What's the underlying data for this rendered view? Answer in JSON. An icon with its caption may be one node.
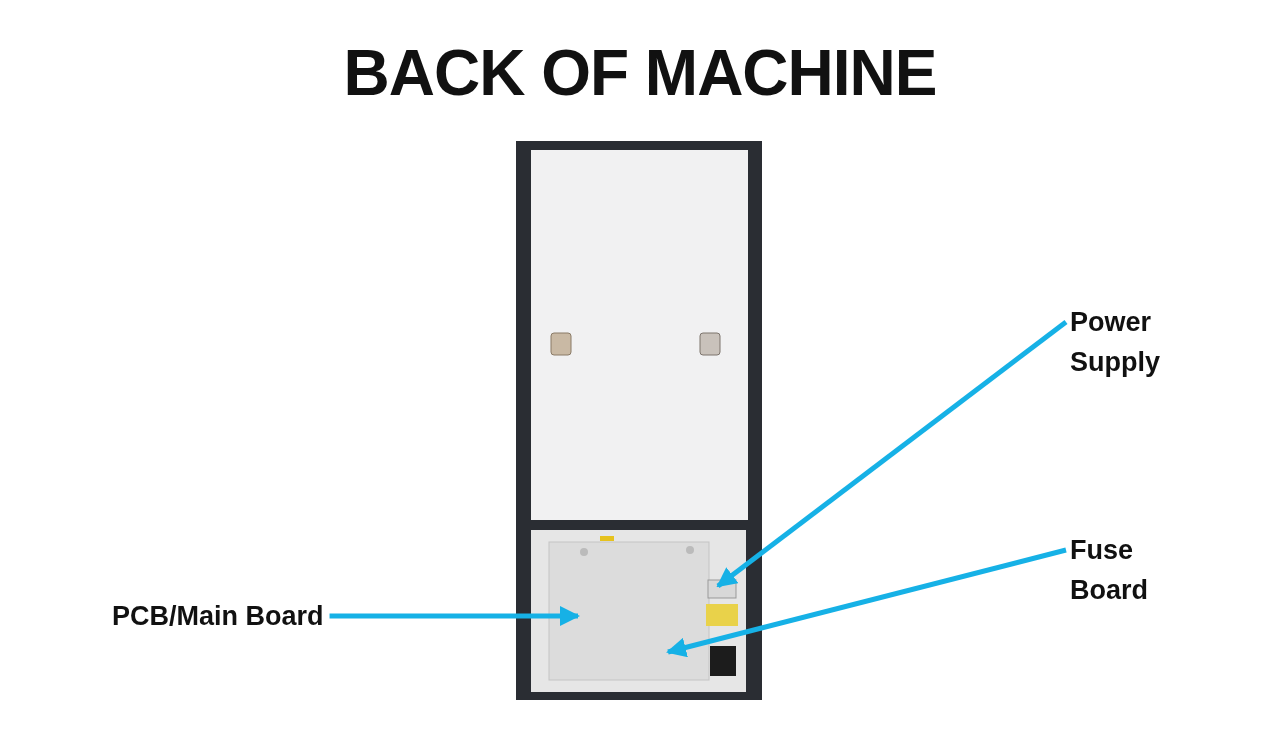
{
  "diagram": {
    "title": "BACK OF MACHINE",
    "nodes": [
      {
        "text": [
          "PCB/Main Board"
        ]
      },
      {
        "text": [
          "Power Supply"
        ]
      },
      {
        "text": [
          "Fuse Board"
        ]
      }
    ],
    "edges": [
      {
        "from": 0,
        "to": null,
        "arrow": "to"
      },
      {
        "from": 1,
        "to": null,
        "arrow": "to"
      },
      {
        "from": 2,
        "to": null,
        "arrow": "to"
      }
    ]
  }
}
